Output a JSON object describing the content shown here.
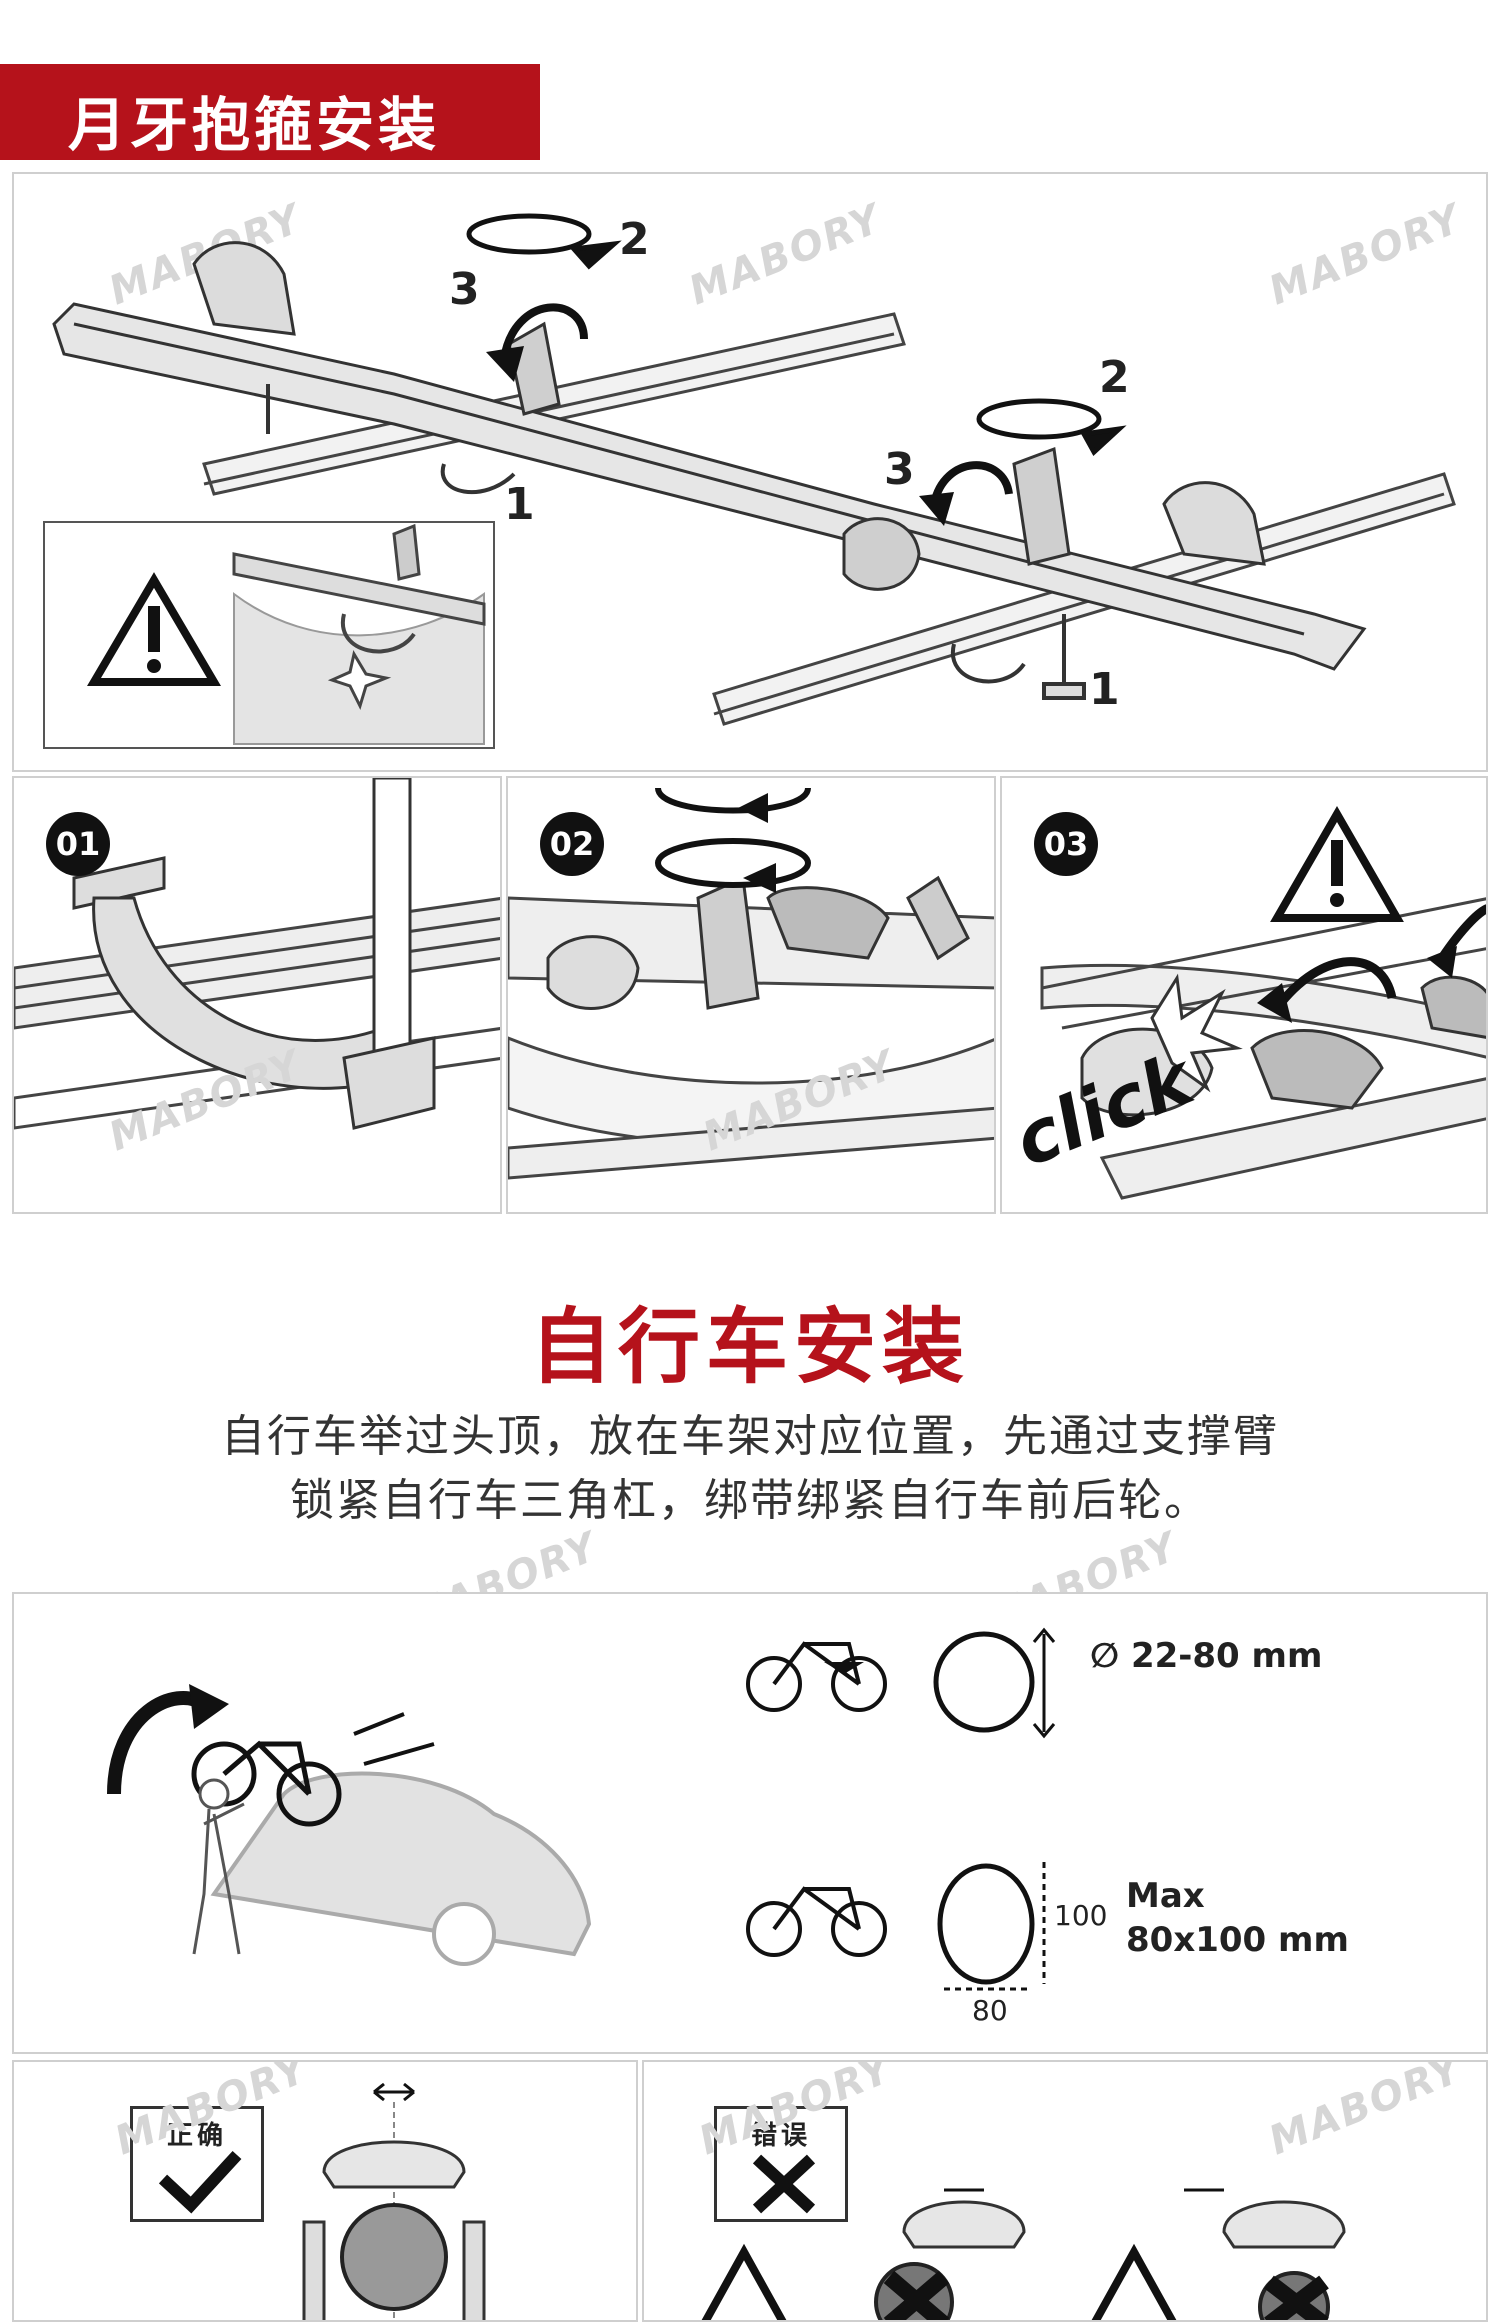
{
  "section1": {
    "title": "月牙抱箍安装"
  },
  "watermark": "MABORY",
  "step_numbers": {
    "one": "1",
    "two": "2",
    "three": "3"
  },
  "steps": [
    {
      "badge": "01"
    },
    {
      "badge": "02"
    },
    {
      "badge": "03",
      "sound_text": "click"
    }
  ],
  "section2": {
    "title": "自行车安装",
    "description_lines": [
      "自行车举过头顶，放在车架对应位置，先通过支撑臂",
      "锁紧自行车三角杠，绑带绑紧自行车前后轮。"
    ]
  },
  "frame_specs": {
    "round": {
      "label": "∅ 22-80 mm"
    },
    "oval": {
      "label_line1": "Max",
      "label_line2": "80x100 mm",
      "dim_height": "100",
      "dim_width": "80"
    }
  },
  "fit_examples": {
    "correct_label": "正确",
    "wrong_label": "错误"
  },
  "colors": {
    "brand_red": "#b5121b",
    "panel_border": "#cfcfcf"
  },
  "icons": [
    "warning-icon",
    "check-icon",
    "cross-icon",
    "rotate-arrow-icon",
    "bicycle-icon"
  ]
}
